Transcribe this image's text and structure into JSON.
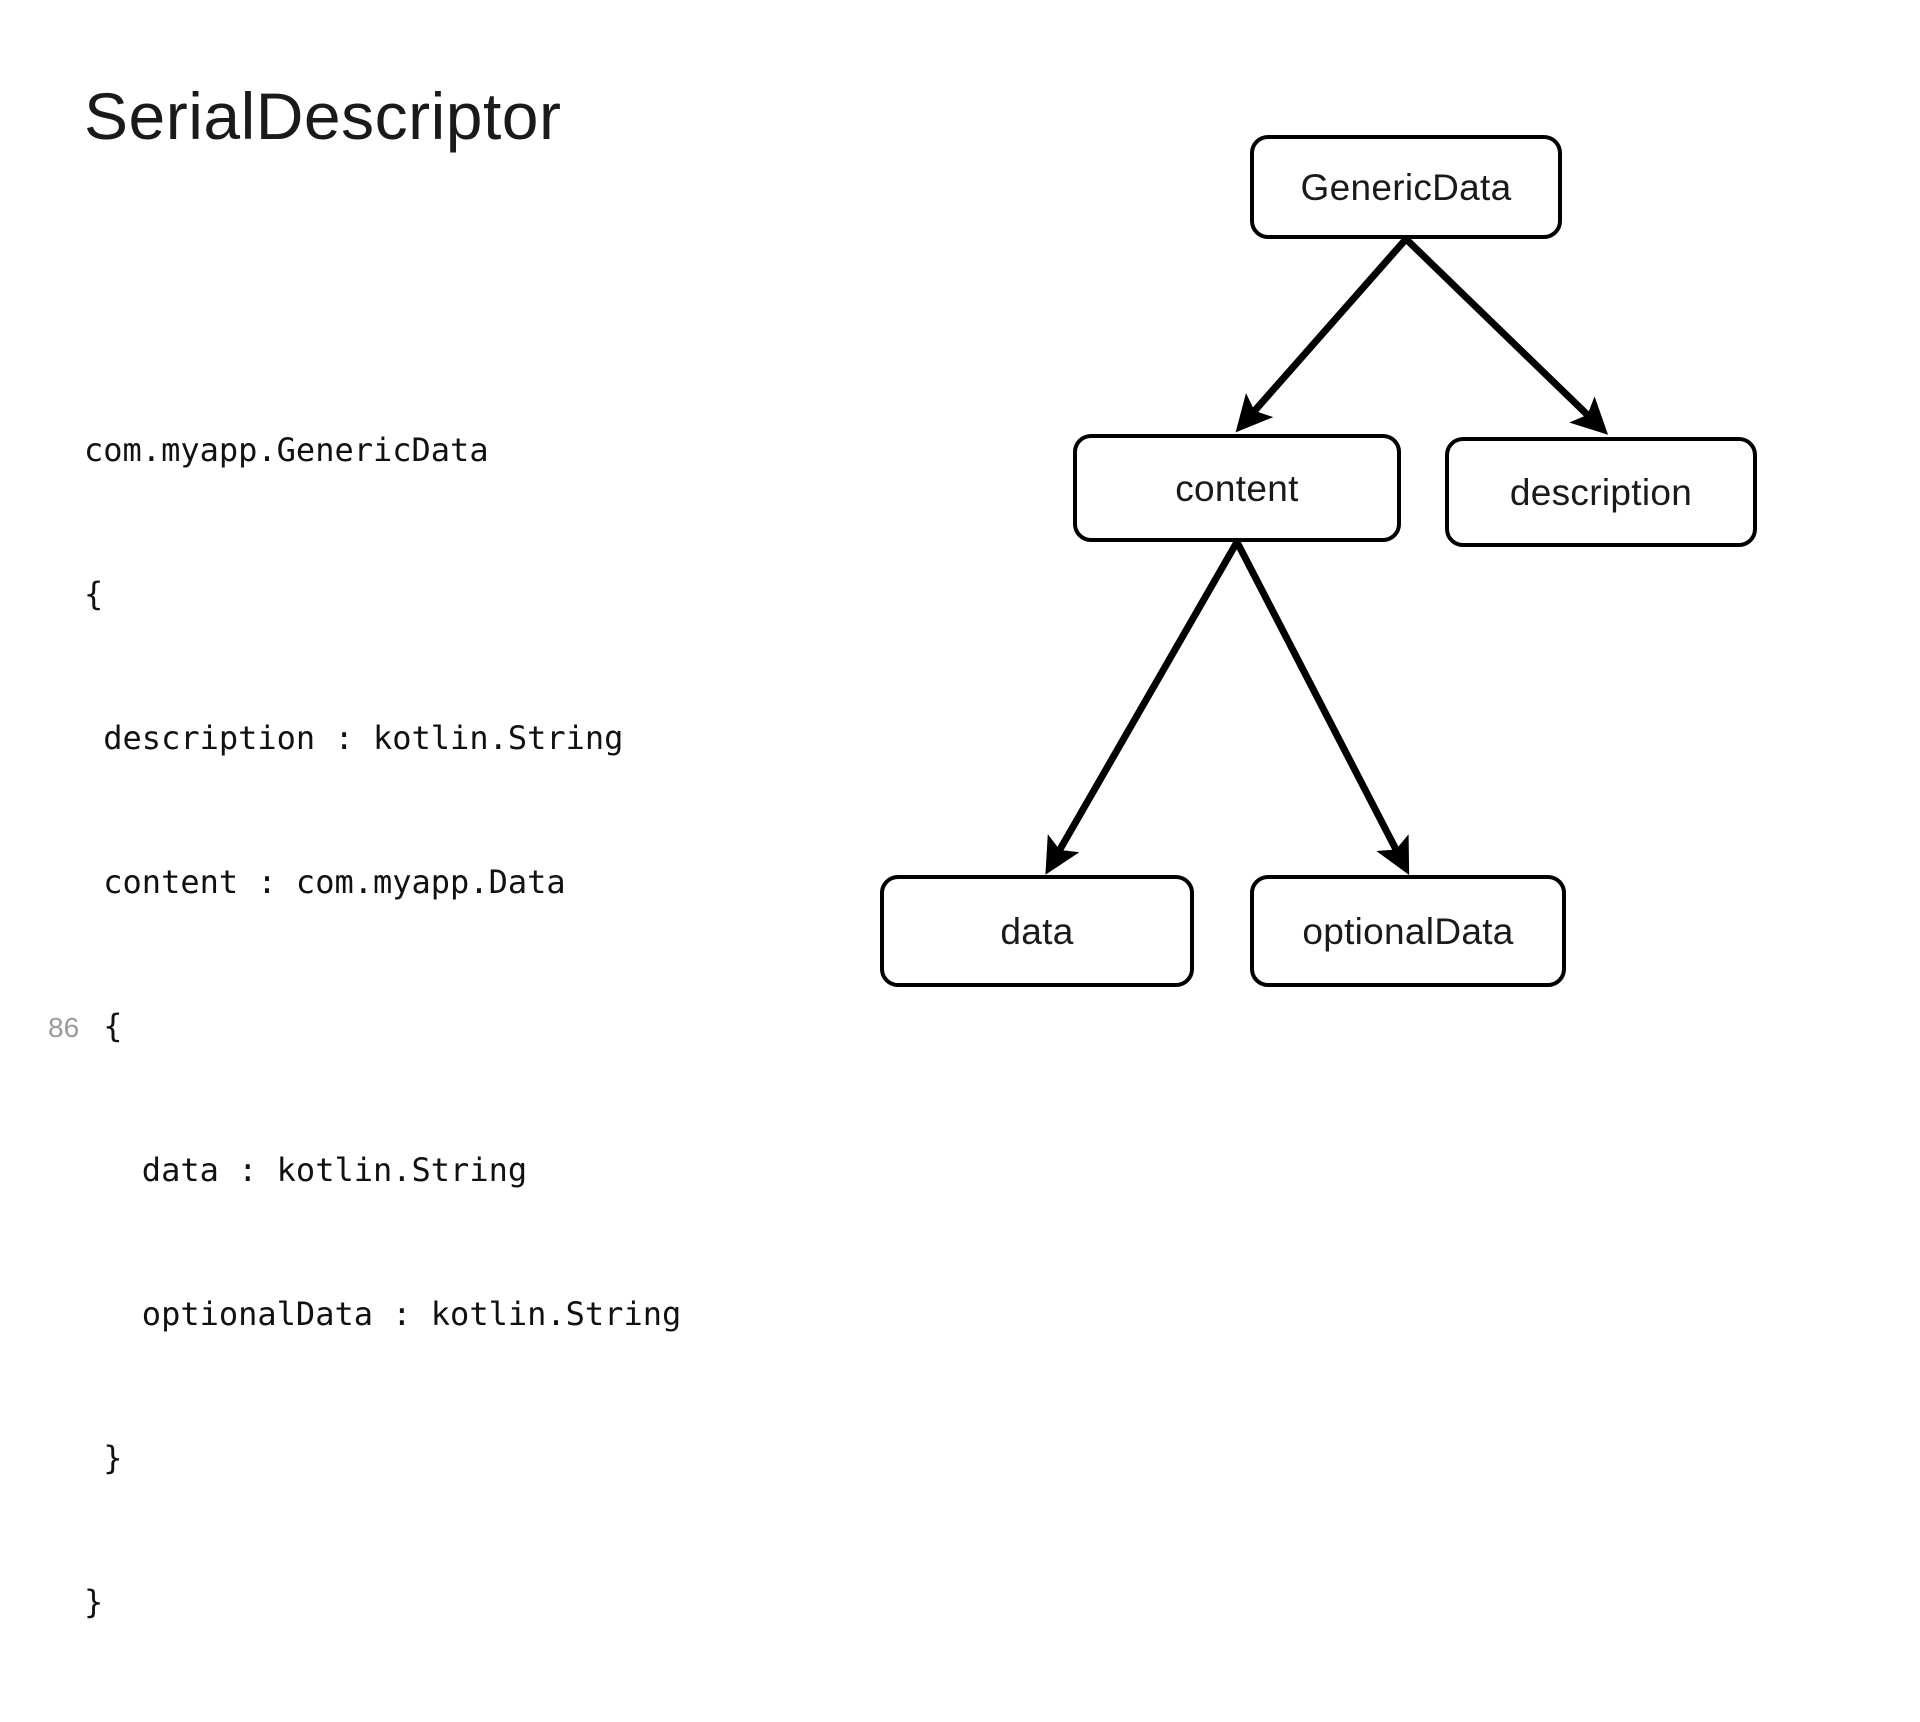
{
  "slide": {
    "title": "SerialDescriptor",
    "page_number": "86",
    "background_color": "#ffffff",
    "title_color": "#1a1a1a",
    "page_number_color": "#9a9a9a"
  },
  "code": {
    "language": "kotlin-serial-descriptor",
    "text_color": "#111111",
    "lines": [
      "com.myapp.GenericData",
      "{",
      " description : kotlin.String",
      " content : com.myapp.Data",
      " {",
      "   data : kotlin.String",
      "   optionalData : kotlin.String",
      " }",
      "}"
    ]
  },
  "diagram": {
    "type": "tree",
    "stroke_color": "#000000",
    "node_fill": "#ffffff",
    "nodes": [
      {
        "id": "genericdata",
        "label": "GenericData"
      },
      {
        "id": "content",
        "label": "content"
      },
      {
        "id": "description",
        "label": "description"
      },
      {
        "id": "data",
        "label": "data"
      },
      {
        "id": "optionaldata",
        "label": "optionalData"
      }
    ],
    "edges": [
      {
        "from": "genericdata",
        "to": "content"
      },
      {
        "from": "genericdata",
        "to": "description"
      },
      {
        "from": "content",
        "to": "data"
      },
      {
        "from": "content",
        "to": "optionaldata"
      }
    ]
  }
}
